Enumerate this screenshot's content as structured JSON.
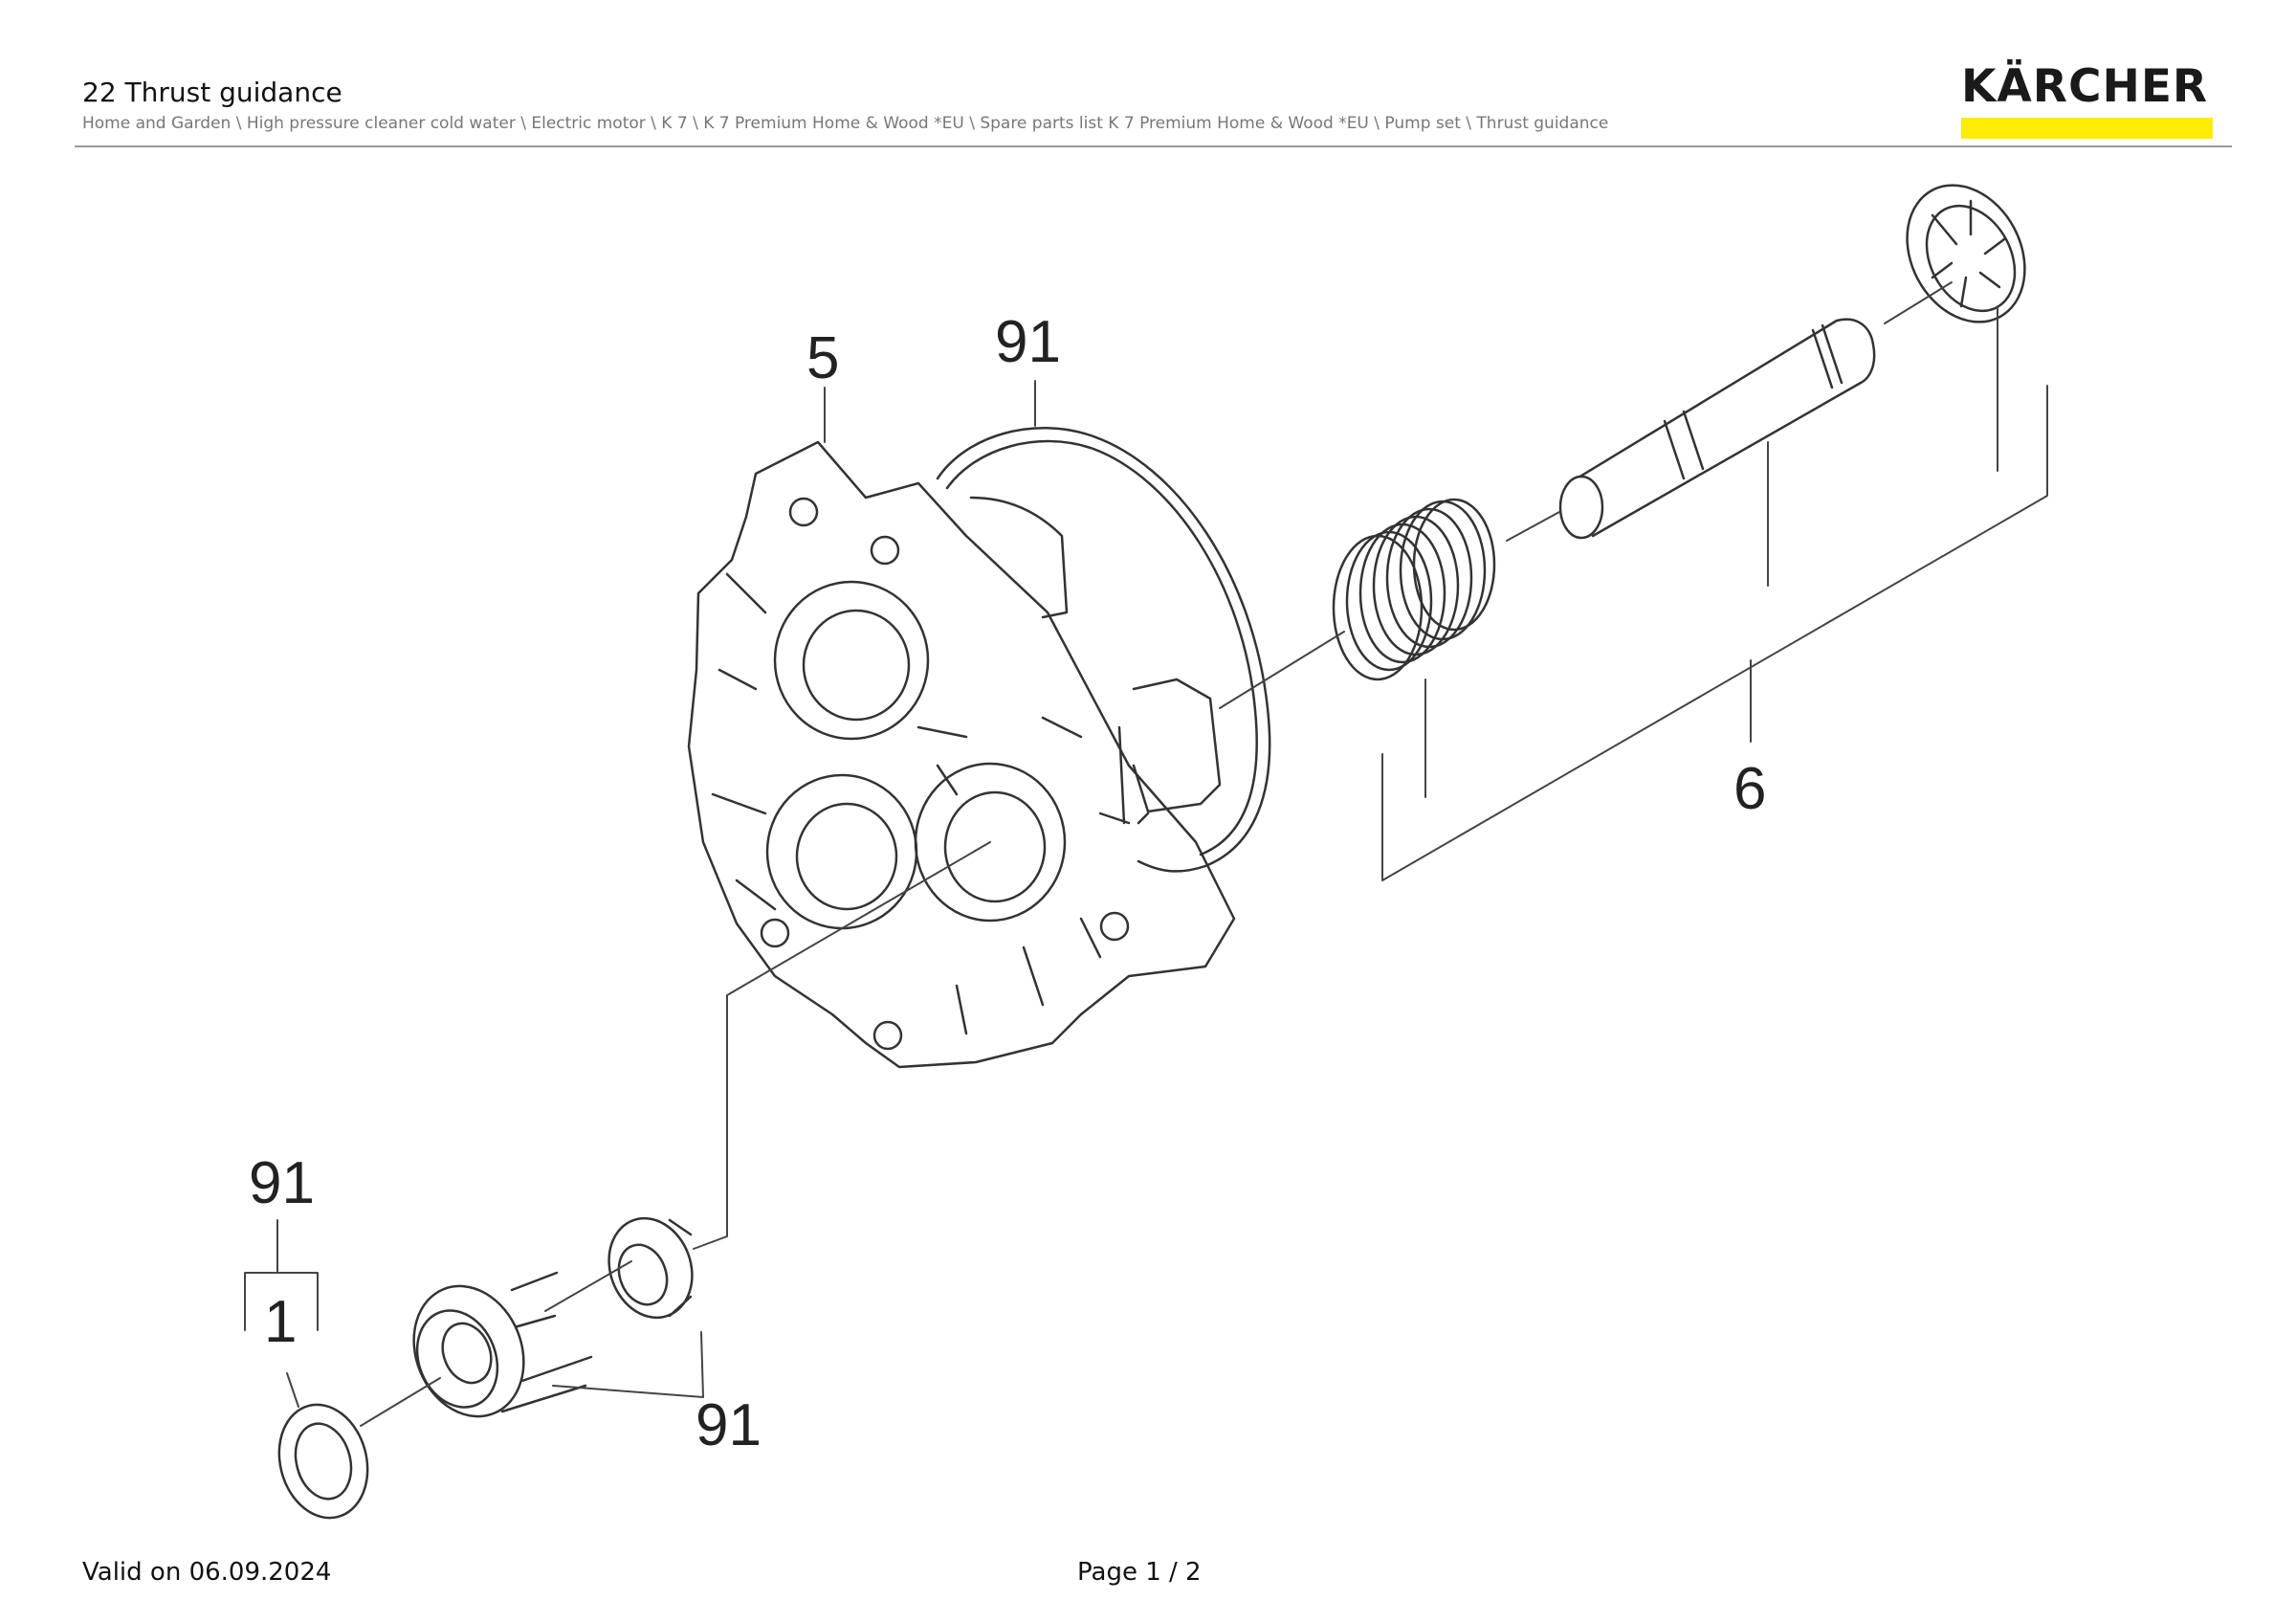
{
  "header": {
    "title": "22 Thrust guidance",
    "breadcrumb": "Home and Garden \\ High pressure cleaner cold water \\ Electric motor \\ K 7 \\ K 7 Premium Home & Wood *EU \\ Spare parts list K 7 Premium Home & Wood *EU \\ Pump set \\ Thrust guidance",
    "logo_text": "KÄRCHER",
    "brand_color": "#ffed00"
  },
  "callouts": {
    "housing": "5",
    "oring_top": "91",
    "piston_group": "6",
    "seal_group": "91",
    "washer": "1",
    "seals_bottom": "91"
  },
  "footer": {
    "valid": "Valid on 06.09.2024",
    "page": "Page 1 / 2"
  }
}
